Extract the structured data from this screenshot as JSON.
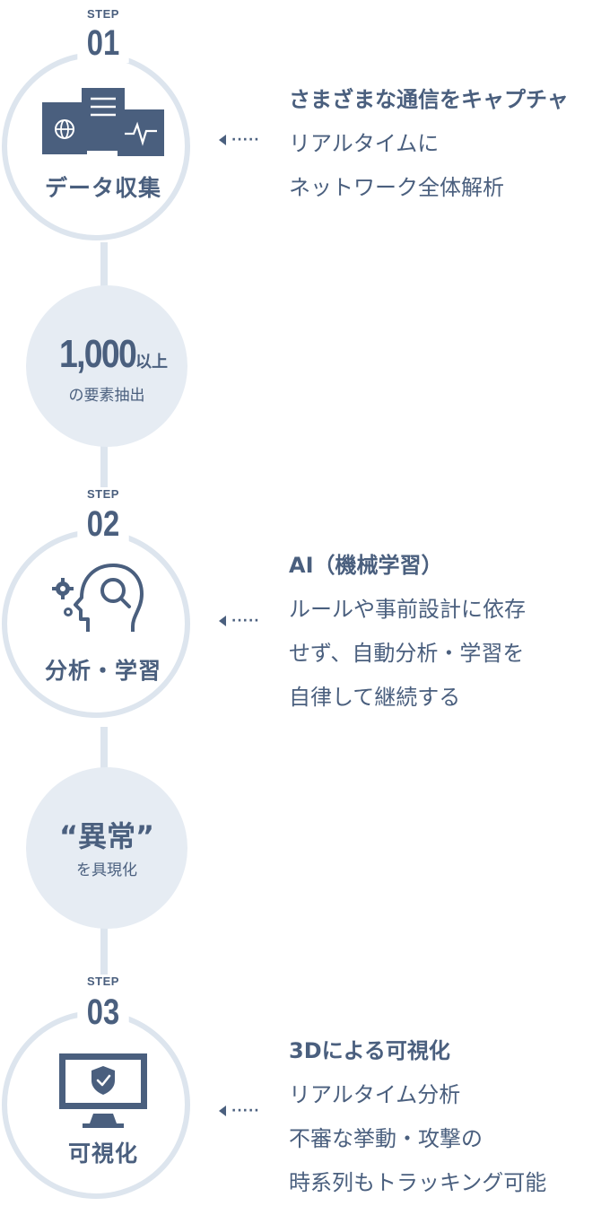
{
  "steps": [
    {
      "step_label": "STEP",
      "number": "01",
      "title": "データ収集",
      "icon": "network-capture-icon",
      "description": {
        "heading": "さまざまな通信をキャプチャ",
        "lines": [
          "リアルタイムに",
          "ネットワーク全体解析"
        ]
      }
    },
    {
      "step_label": "STEP",
      "number": "02",
      "title": "分析・学習",
      "icon": "ai-head-gears-icon",
      "description": {
        "heading": "AI（機械学習）",
        "lines": [
          "ルールや事前設計に依存",
          "せず、自動分析・学習を",
          "自律して継続する"
        ]
      }
    },
    {
      "step_label": "STEP",
      "number": "03",
      "title": "可視化",
      "icon": "monitor-shield-icon",
      "description": {
        "heading": "3Dによる可視化",
        "lines": [
          "リアルタイム分析",
          "不審な挙動・攻撃の",
          "時系列もトラッキング可能"
        ]
      }
    }
  ],
  "connectors": [
    {
      "big_number": "1,000",
      "big_suffix": "以上",
      "small": "の要素抽出"
    },
    {
      "big_text": "“異常”",
      "small": "を具現化"
    }
  ],
  "colors": {
    "primary": "#4a5f7e",
    "ring": "#dde5ee",
    "fill": "#e6ecf3"
  }
}
